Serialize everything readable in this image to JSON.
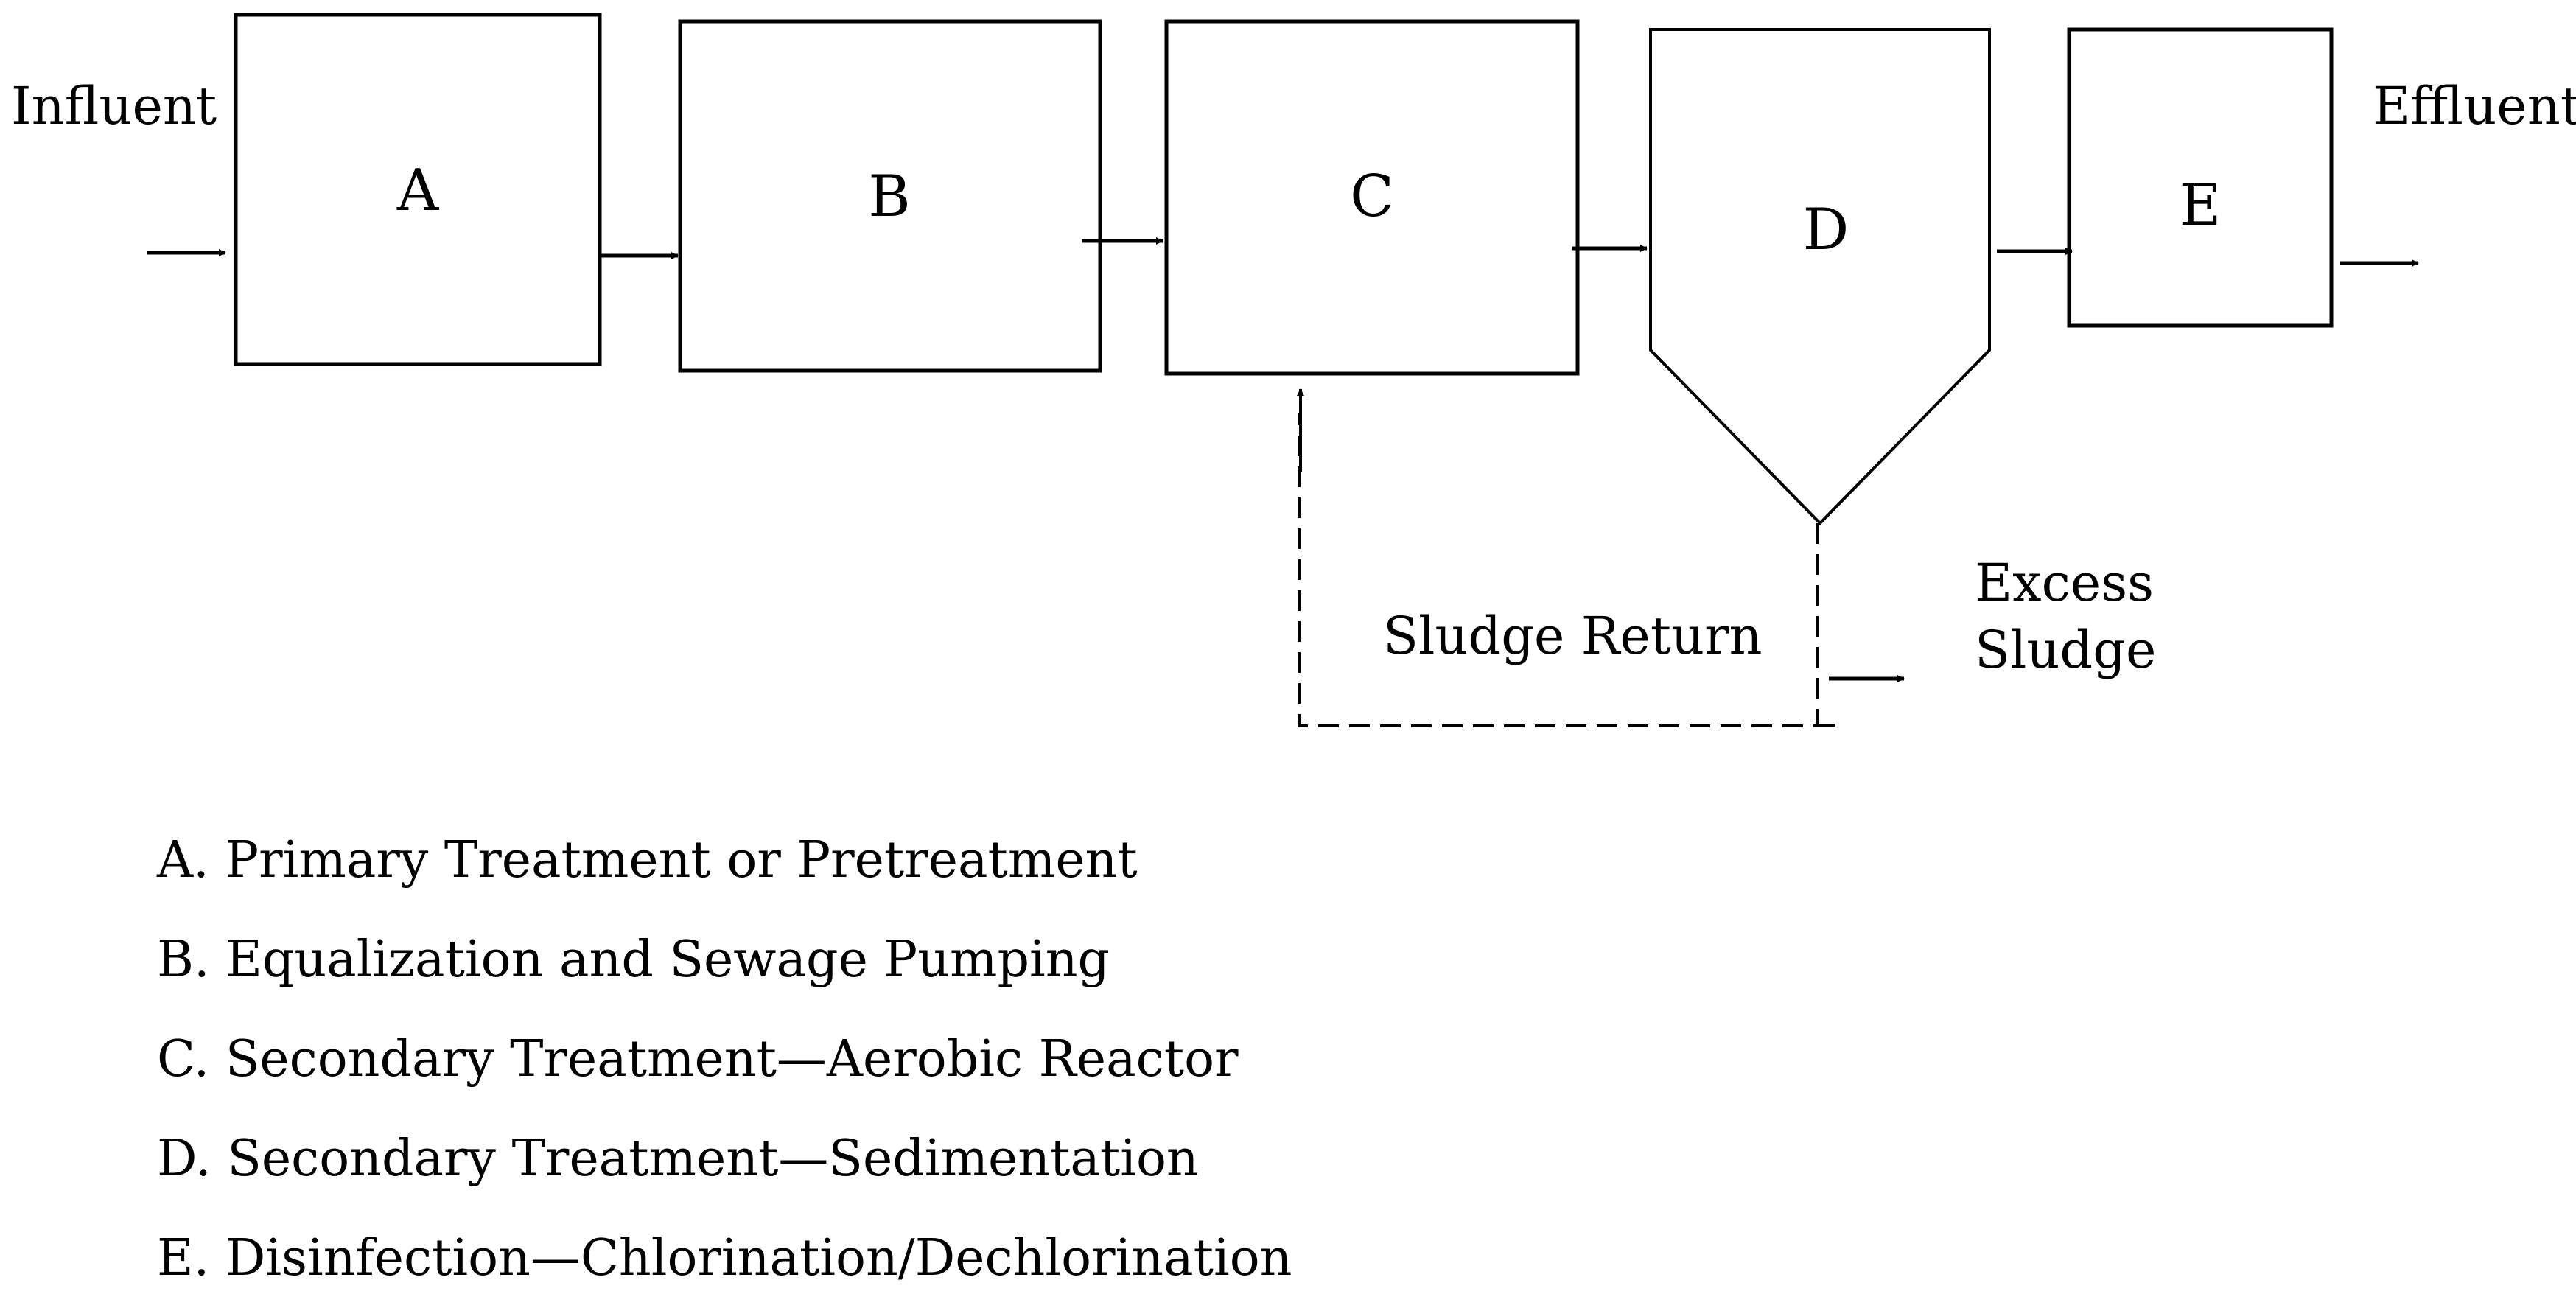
{
  "labels": {
    "influent": "Influent",
    "effluent": "Effluent",
    "sludge_return": "Sludge Return",
    "excess_sludge_line1": "Excess",
    "excess_sludge_line2": "Sludge"
  },
  "units": [
    {
      "id": "A",
      "label": "A"
    },
    {
      "id": "B",
      "label": "B"
    },
    {
      "id": "C",
      "label": "C"
    },
    {
      "id": "D",
      "label": "D"
    },
    {
      "id": "E",
      "label": "E"
    }
  ],
  "legend": [
    "A. Primary Treatment or Pretreatment",
    "B. Equalization and Sewage Pumping",
    "C. Secondary Treatment—Aerobic Reactor",
    "D. Secondary Treatment—Sedimentation",
    "E. Disinfection—Chlorination/Dechlorination"
  ]
}
